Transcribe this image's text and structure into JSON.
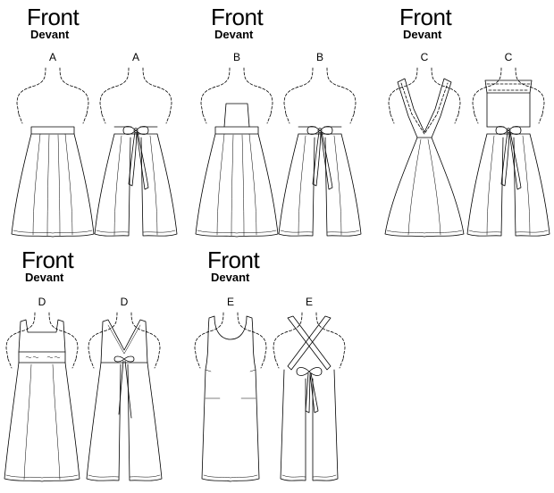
{
  "headers": [
    {
      "front": "Front",
      "devant": "Devant"
    },
    {
      "front": "Front",
      "devant": "Devant"
    },
    {
      "front": "Front",
      "devant": "Devant"
    },
    {
      "front": "Front",
      "devant": "Devant"
    },
    {
      "front": "Front",
      "devant": "Devant"
    }
  ],
  "views": [
    {
      "label": "A",
      "side": "front"
    },
    {
      "label": "A",
      "side": "back"
    },
    {
      "label": "B",
      "side": "front"
    },
    {
      "label": "B",
      "side": "back"
    },
    {
      "label": "C",
      "side": "front"
    },
    {
      "label": "C",
      "side": "back"
    },
    {
      "label": "D",
      "side": "front"
    },
    {
      "label": "D",
      "side": "back"
    },
    {
      "label": "E",
      "side": "front"
    },
    {
      "label": "E",
      "side": "back"
    }
  ]
}
